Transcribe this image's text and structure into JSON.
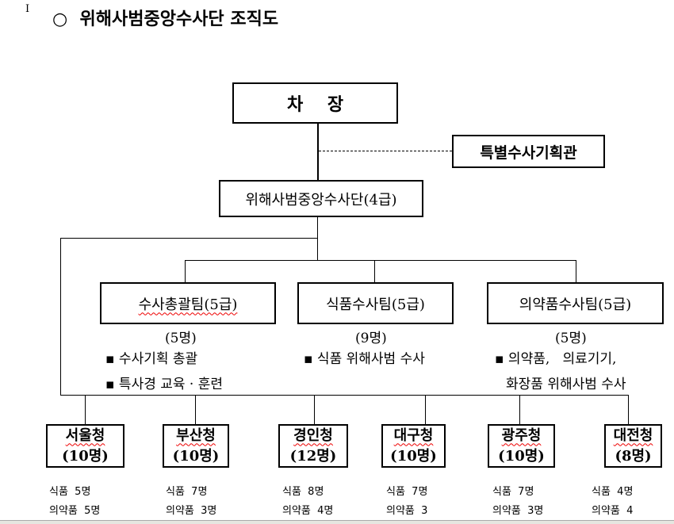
{
  "cursor_icon": "text-cursor",
  "title": "○  위해사범중앙수사단 조직도",
  "chief": "차    장",
  "advisor": "특별수사기획관",
  "division": "위해사범중앙수사단(4급)",
  "teams": [
    {
      "name": "수사총괄팀(5급)",
      "count": "(5명)",
      "duties": [
        "▪ 수사기획 총괄",
        "▪ 특사경 교육 · 훈련"
      ]
    },
    {
      "name": "식품수사팀(5급)",
      "count": "(9명)",
      "duties": [
        "▪ 식품 위해사범 수사"
      ]
    },
    {
      "name": "의약품수사팀(5급)",
      "count": "(5명)",
      "duties": [
        "▪ 의약품,   의료기기,",
        "화장품 위해사범 수사"
      ]
    }
  ],
  "offices": [
    {
      "name": "서울청",
      "count": "(10명)",
      "food": "식품  5명",
      "drug": "의약품  5명"
    },
    {
      "name": "부산청",
      "count": "(10명)",
      "food": "식품  7명",
      "drug": "의약품  3명"
    },
    {
      "name": "경인청",
      "count": "(12명)",
      "food": "식품  8명",
      "drug": "의약품  4명"
    },
    {
      "name": "대구청",
      "count": "(10명)",
      "food": "식품  7명",
      "drug": "의약품  3"
    },
    {
      "name": "광주청",
      "count": "(10명)",
      "food": "식품  7명",
      "drug": "의약품  3명"
    },
    {
      "name": "대전청",
      "count": "(8명)",
      "food": "식품  4명",
      "drug": "의약품  4"
    }
  ]
}
